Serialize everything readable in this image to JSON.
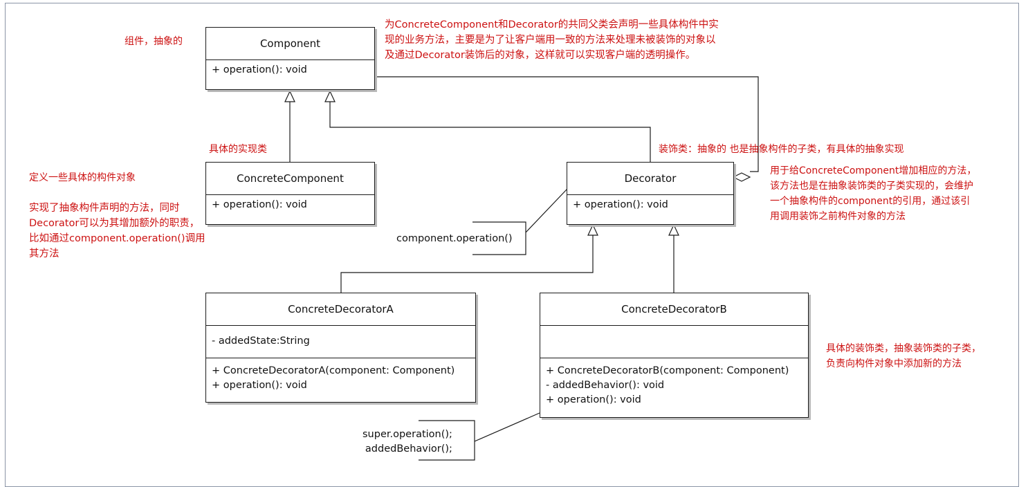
{
  "colors": {
    "note": "#cc1111",
    "line": "#1a1a1a",
    "frame": "#8a94a6"
  },
  "classes": {
    "component": {
      "name": "Component",
      "operations": [
        "+  operation(): void"
      ]
    },
    "concrete_component": {
      "name": "ConcreteComponent",
      "operations": [
        "+  operation(): void"
      ]
    },
    "decorator": {
      "name": "Decorator",
      "operations": [
        "+  operation(): void"
      ]
    },
    "concrete_decorator_a": {
      "name": "ConcreteDecoratorA",
      "attributes": [
        "-  addedState:String"
      ],
      "operations": [
        "+ ConcreteDecoratorA(component: Component)",
        "+ operation(): void"
      ]
    },
    "concrete_decorator_b": {
      "name": "ConcreteDecoratorB",
      "operations": [
        "+ ConcreteDecoratorB(component: Component)",
        "- addedBehavior(): void",
        "+ operation(): void"
      ]
    }
  },
  "code_notes": {
    "decorator_op": "component.operation()",
    "decorator_b_op": [
      "super.operation();",
      "addedBehavior();"
    ]
  },
  "annotations": {
    "component": "组件，抽象的",
    "component_desc": [
      "为ConcreteComponent和Decorator的共同父类会声明一些具体构件中实",
      "现的业务方法，主要是为了让客户端用一致的方法来处理未被装饰的对象以",
      "及通过Decorator装饰后的对象，这样就可以实现客户端的透明操作。"
    ],
    "concrete_impl": "具体的实现类",
    "concrete_define": "定义一些具体的构件对象",
    "concrete_desc": [
      "实现了抽象构件声明的方法，同时",
      "Decorator可以为其增加额外的职责，",
      "比如通过component.operation()调用",
      "其方法"
    ],
    "decorator": "装饰类：抽象的 也是抽象构件的子类，有具体的抽象实现",
    "decorator_desc": [
      "用于给ConcreteComponent增加相应的方法，",
      "该方法也是在抽象装饰类的子类实现的，会维护",
      "一个抽象构件的component的引用，通过该引",
      "用调用装饰之前构件对象的方法"
    ],
    "concrete_decorator": [
      "具体的装饰类，抽象装饰类的子类，",
      "负责向构件对象中添加新的方法"
    ]
  }
}
